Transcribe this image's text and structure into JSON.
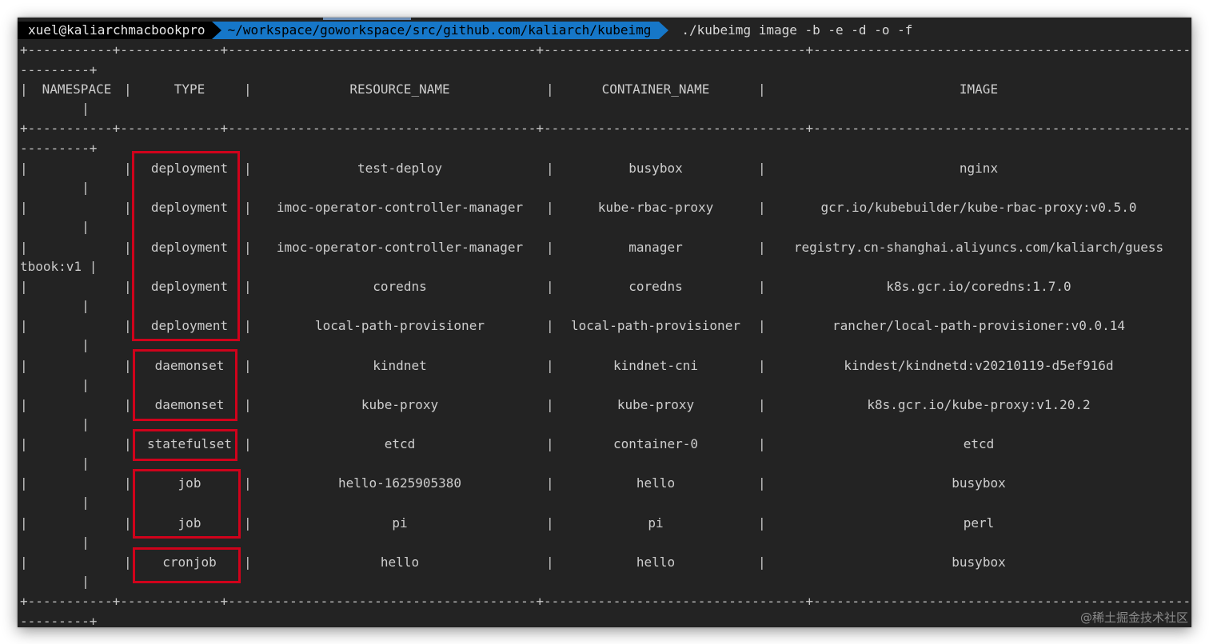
{
  "prompt": {
    "user_host": "xuel@kaliarchmacbookpro",
    "path": "~/workspace/goworkspace/src/github.com/kaliarch/kubeimg",
    "command": "./kubeimg image -b -e -d -o -f"
  },
  "table": {
    "border_top": "+-----------+-------------+----------------------------------------+----------------------------------+-----------------------------------------------------------",
    "border_wrap": "---------+",
    "headers": [
      "NAMESPACE",
      "TYPE",
      "RESOURCE_NAME",
      "CONTAINER_NAME",
      "IMAGE"
    ],
    "rows": [
      {
        "namespace": "",
        "type": "deployment",
        "resource": "test-deploy",
        "container": "busybox",
        "image": "nginx",
        "wrap": "        |"
      },
      {
        "namespace": "",
        "type": "deployment",
        "resource": "imoc-operator-controller-manager",
        "container": "kube-rbac-proxy",
        "image": "gcr.io/kubebuilder/kube-rbac-proxy:v0.5.0",
        "wrap": "        |"
      },
      {
        "namespace": "",
        "type": "deployment",
        "resource": "imoc-operator-controller-manager",
        "container": "manager",
        "image": "registry.cn-shanghai.aliyuncs.com/kaliarch/guess",
        "wrap": "tbook:v1 |"
      },
      {
        "namespace": "",
        "type": "deployment",
        "resource": "coredns",
        "container": "coredns",
        "image": "k8s.gcr.io/coredns:1.7.0",
        "wrap": "        |"
      },
      {
        "namespace": "",
        "type": "deployment",
        "resource": "local-path-provisioner",
        "container": "local-path-provisioner",
        "image": "rancher/local-path-provisioner:v0.0.14",
        "wrap": "        |"
      },
      {
        "namespace": "",
        "type": "daemonset",
        "resource": "kindnet",
        "container": "kindnet-cni",
        "image": "kindest/kindnetd:v20210119-d5ef916d",
        "wrap": "        |"
      },
      {
        "namespace": "",
        "type": "daemonset",
        "resource": "kube-proxy",
        "container": "kube-proxy",
        "image": "k8s.gcr.io/kube-proxy:v1.20.2",
        "wrap": "        |"
      },
      {
        "namespace": "",
        "type": "statefulset",
        "resource": "etcd",
        "container": "container-0",
        "image": "etcd",
        "wrap": "        |"
      },
      {
        "namespace": "",
        "type": "job",
        "resource": "hello-1625905380",
        "container": "hello",
        "image": "busybox",
        "wrap": "        |"
      },
      {
        "namespace": "",
        "type": "job",
        "resource": "pi",
        "container": "pi",
        "image": "perl",
        "wrap": "        |"
      },
      {
        "namespace": "",
        "type": "cronjob",
        "resource": "hello",
        "container": "hello",
        "image": "busybox",
        "wrap": "        |"
      }
    ]
  },
  "watermark": "@稀土掘金技术社区",
  "colors": {
    "terminal_bg": "#232323",
    "path_segment": "#1677c8",
    "highlight_box": "#d0021b"
  }
}
